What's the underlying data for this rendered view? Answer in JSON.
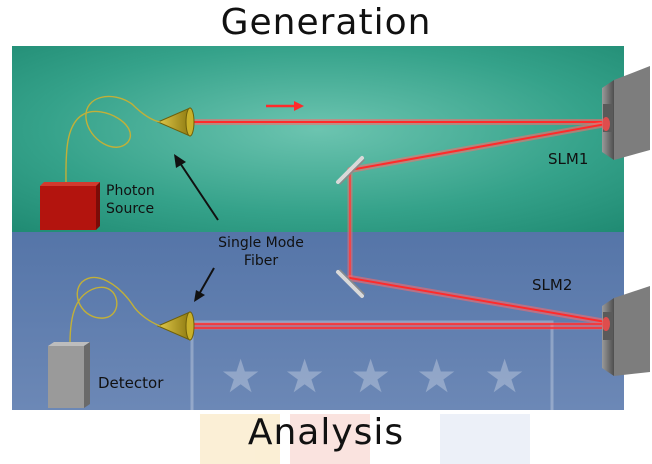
{
  "titles": {
    "top": "Generation",
    "bottom": "Analysis"
  },
  "labels": {
    "photon_source_line1": "Photon",
    "photon_source_line2": "Source",
    "fiber_line1": "Single Mode",
    "fiber_line2": "Fiber",
    "slm1": "SLM1",
    "slm2": "SLM2",
    "detector": "Detector"
  },
  "colors": {
    "generation_panel": "#2f9e84",
    "analysis_panel": "#5f7fae",
    "laser_beam": "#ff3b3b",
    "fiber_coupler": "#b9a21c",
    "photon_source_box": "#b3140e",
    "slm_body": "#6b6b6b",
    "detector_box": "#8d8d8d"
  }
}
